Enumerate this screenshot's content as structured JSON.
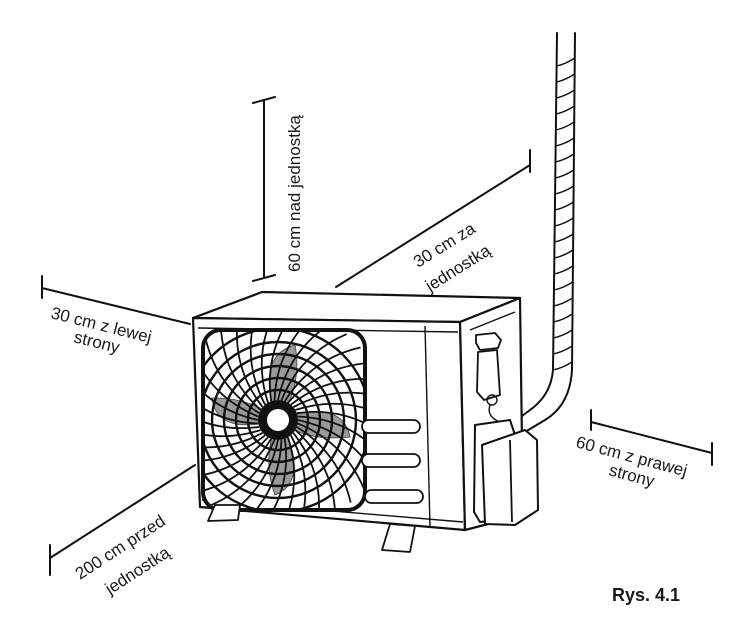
{
  "figure": {
    "caption": "Rys. 4.1",
    "subject": "outdoor air-conditioner unit installation clearances"
  },
  "clearances": {
    "top": {
      "line1": "60 cm nad jednostką"
    },
    "back": {
      "line1": "30 cm za",
      "line2": "jednostką"
    },
    "left": {
      "line1": "30 cm z lewej",
      "line2": "strony"
    },
    "front": {
      "line1": "200 cm przed",
      "line2": "jednostką"
    },
    "right": {
      "line1": "60 cm z prawej",
      "line2": "strony"
    }
  },
  "colors": {
    "ink": "#111111",
    "fan_blade": "#9a9a9a",
    "background": "#ffffff"
  }
}
